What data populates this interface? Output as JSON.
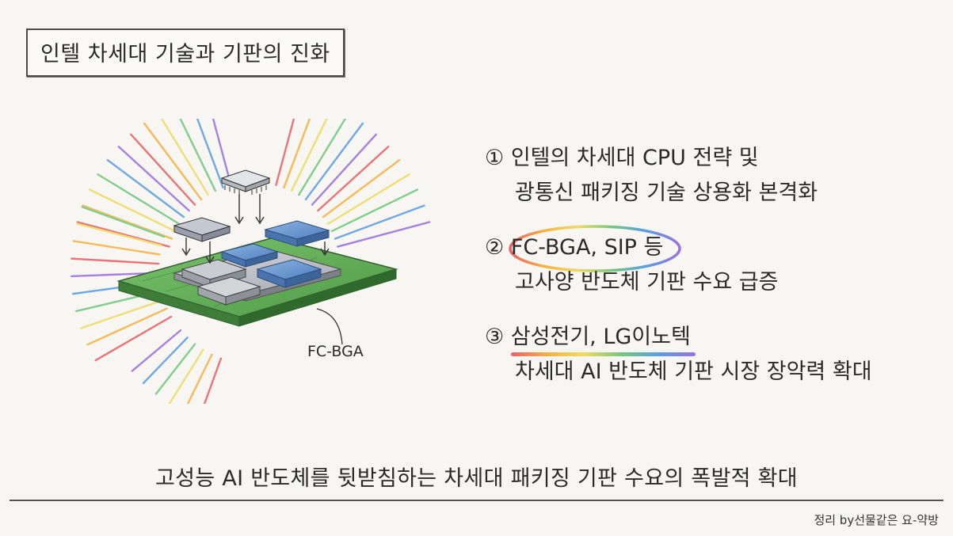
{
  "title": "인텔 차세대 기술과 기판의 진화",
  "illustration": {
    "label": "FC-BGA"
  },
  "points": [
    {
      "number": "①",
      "line1": "인텔의 차세대 CPU 전략 및",
      "line2": "광통신 패키징 기술 상용화 본격화"
    },
    {
      "number": "②",
      "highlight": "FC-BGA, SIP",
      "rest": " 등",
      "line2": "고사양 반도체 기판 수요 급증"
    },
    {
      "number": "③",
      "highlight": "삼성전기, LG이노텍",
      "line2": "차세대 AI 반도체 기판 시장 장악력 확대"
    }
  ],
  "summary": "고성능 AI 반도체를 뒷받침하는 차세대 패키징 기판 수요의 폭발적 확대",
  "credit": "정리 by선물같은 요-약방",
  "colors": {
    "pcb": "#5faa55",
    "chip_blue": "#5f8fc9",
    "chip_gray": "#b9bcc2",
    "rainbow": [
      "#e5484d",
      "#f5a524",
      "#ebd84a",
      "#5bbf6a",
      "#3f8fe0",
      "#8a5bd6"
    ]
  }
}
